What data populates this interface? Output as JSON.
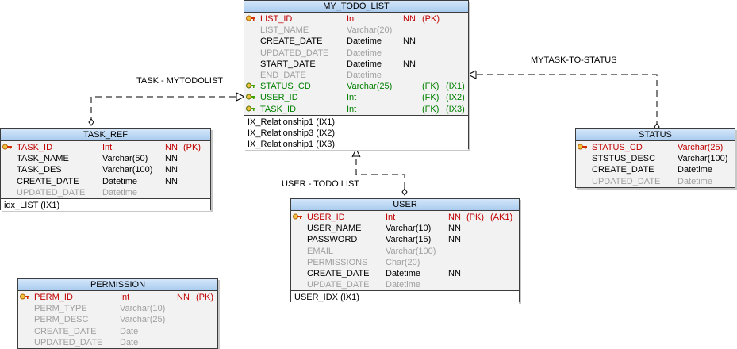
{
  "colors": {
    "header_top": "#d4e6fa",
    "header_bottom": "#a9cbee",
    "table_bg": "#f2f2f2",
    "pk_text": "#c00000",
    "fk_text": "#008000",
    "nullable_text": "#a0a0a0",
    "key_icon_fill": "#f0c040"
  },
  "icons": {
    "primary_key": "key-icon-pk",
    "foreign_key": "key-icon-fk"
  },
  "relationships": [
    {
      "label": "TASK - MYTODOLIST"
    },
    {
      "label": "MYTASK-TO-STATUS"
    },
    {
      "label": "USER - TODO LIST"
    }
  ],
  "tables": {
    "my_todo_list": {
      "name": "MY_TODO_LIST",
      "columns": [
        {
          "name": "LIST_ID",
          "type": "Int",
          "nn": "NN",
          "key": "(PK)",
          "extra": "",
          "kind": "pk"
        },
        {
          "name": "LIST_NAME",
          "type": "Varchar(20)",
          "nn": "",
          "key": "",
          "extra": "",
          "kind": "nul"
        },
        {
          "name": "CREATE_DATE",
          "type": "Datetime",
          "nn": "NN",
          "key": "",
          "extra": "",
          "kind": "nn"
        },
        {
          "name": "UPDATED_DATE",
          "type": "Datetime",
          "nn": "",
          "key": "",
          "extra": "",
          "kind": "nul"
        },
        {
          "name": "START_DATE",
          "type": "Datetime",
          "nn": "NN",
          "key": "",
          "extra": "",
          "kind": "nn"
        },
        {
          "name": "END_DATE",
          "type": "Datetime",
          "nn": "",
          "key": "",
          "extra": "",
          "kind": "nul"
        },
        {
          "name": "STATUS_CD",
          "type": "Varchar(25)",
          "nn": "",
          "key": "(FK)",
          "extra": "(IX1)",
          "kind": "fk"
        },
        {
          "name": "USER_ID",
          "type": "Int",
          "nn": "",
          "key": "(FK)",
          "extra": "(IX2)",
          "kind": "fk"
        },
        {
          "name": "TASK_ID",
          "type": "Int",
          "nn": "",
          "key": "(FK)",
          "extra": "(IX3)",
          "kind": "fk"
        }
      ],
      "indexes": [
        "IX_Relationship1 (IX1)",
        "IX_Relationship3 (IX2)",
        "IX_Relationship1 (IX3)"
      ]
    },
    "task_ref": {
      "name": "TASK_REF",
      "columns": [
        {
          "name": "TASK_ID",
          "type": "Int",
          "nn": "NN",
          "key": "(PK)",
          "extra": "",
          "kind": "pk"
        },
        {
          "name": "TASK_NAME",
          "type": "Varchar(50)",
          "nn": "NN",
          "key": "",
          "extra": "",
          "kind": "nn"
        },
        {
          "name": "TASK_DES",
          "type": "Varchar(100)",
          "nn": "NN",
          "key": "",
          "extra": "",
          "kind": "nn"
        },
        {
          "name": "CREATE_DATE",
          "type": "Datetime",
          "nn": "NN",
          "key": "",
          "extra": "",
          "kind": "nn"
        },
        {
          "name": "UPDATED_DATE",
          "type": "Datetime",
          "nn": "",
          "key": "",
          "extra": "",
          "kind": "nul"
        }
      ],
      "indexes": [
        "idx_LIST (IX1)"
      ]
    },
    "status": {
      "name": "STATUS",
      "columns": [
        {
          "name": "STATUS_CD",
          "type": "Varchar(25)",
          "nn": "",
          "key": "",
          "extra": "",
          "kind": "pk"
        },
        {
          "name": "STSTUS_DESC",
          "type": "Varchar(100)",
          "nn": "",
          "key": "",
          "extra": "",
          "kind": "nn"
        },
        {
          "name": "CREATE_DATE",
          "type": "Datetime",
          "nn": "",
          "key": "",
          "extra": "",
          "kind": "nn"
        },
        {
          "name": "UPDATED_DATE",
          "type": "Datetime",
          "nn": "",
          "key": "",
          "extra": "",
          "kind": "nul"
        }
      ],
      "indexes": []
    },
    "user": {
      "name": "USER",
      "columns": [
        {
          "name": "USER_ID",
          "type": "Int",
          "nn": "NN",
          "key": "(PK)",
          "extra": "(AK1)",
          "kind": "pk"
        },
        {
          "name": "USER_NAME",
          "type": "Varchar(10)",
          "nn": "NN",
          "key": "",
          "extra": "",
          "kind": "nn"
        },
        {
          "name": "PASSWORD",
          "type": "Varchar(15)",
          "nn": "NN",
          "key": "",
          "extra": "",
          "kind": "nn"
        },
        {
          "name": "EMAIL",
          "type": "Varchar(100)",
          "nn": "",
          "key": "",
          "extra": "",
          "kind": "nul"
        },
        {
          "name": "PERMISSIONS",
          "type": "Char(20)",
          "nn": "",
          "key": "",
          "extra": "",
          "kind": "nul"
        },
        {
          "name": "CREATE_DATE",
          "type": "Datetime",
          "nn": "NN",
          "key": "",
          "extra": "",
          "kind": "nn"
        },
        {
          "name": "UPDATE_DATE",
          "type": "Datetime",
          "nn": "",
          "key": "",
          "extra": "",
          "kind": "nul"
        }
      ],
      "indexes": [
        "USER_IDX (IX1)"
      ]
    },
    "permission": {
      "name": "PERMISSION",
      "columns": [
        {
          "name": "PERM_ID",
          "type": "Int",
          "nn": "NN",
          "key": "(PK)",
          "extra": "",
          "kind": "pk"
        },
        {
          "name": "PERM_TYPE",
          "type": "Varchar(10)",
          "nn": "",
          "key": "",
          "extra": "",
          "kind": "nul"
        },
        {
          "name": "PERM_DESC",
          "type": "Varchar(25)",
          "nn": "",
          "key": "",
          "extra": "",
          "kind": "nul"
        },
        {
          "name": "CREATE_DATE",
          "type": "Date",
          "nn": "",
          "key": "",
          "extra": "",
          "kind": "nul"
        },
        {
          "name": "UPDATED_DATE",
          "type": "Date",
          "nn": "",
          "key": "",
          "extra": "",
          "kind": "nul"
        }
      ],
      "indexes": []
    }
  }
}
